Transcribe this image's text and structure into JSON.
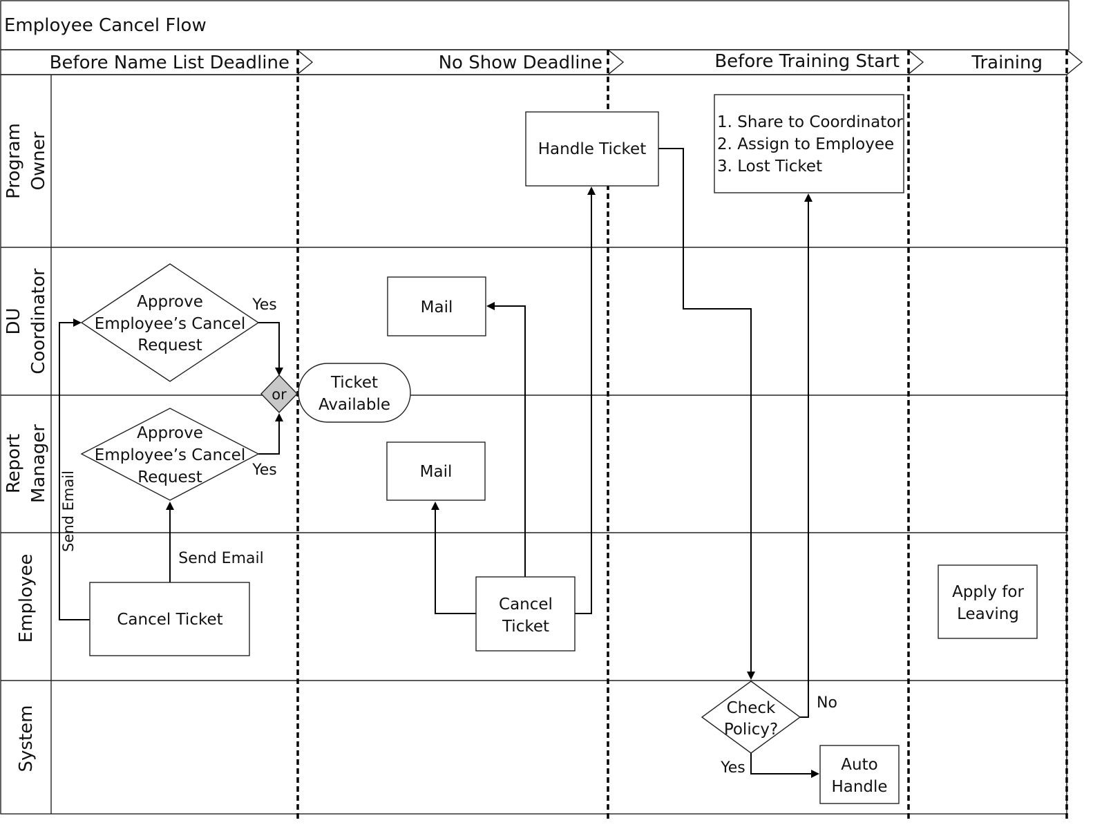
{
  "title": "Employee Cancel Flow",
  "phases": [
    "Before Name List Deadline",
    "No Show Deadline",
    "Before Training Start",
    "Training"
  ],
  "lanes": {
    "program_owner": [
      "Program",
      "Owner"
    ],
    "du_coordinator": [
      "DU",
      "Coordinator"
    ],
    "report_manager": [
      "Report",
      "Manager"
    ],
    "employee": "Employee",
    "system": "System"
  },
  "nodes": {
    "handle_ticket": "Handle Ticket",
    "ticket_actions": [
      "1. Share  to Coordinator",
      "2. Assign to Employee",
      "3. Lost Ticket"
    ],
    "approve_du": [
      "Approve",
      "Employee’s Cancel",
      "Request"
    ],
    "approve_rm": [
      "Approve",
      "Employee’s Cancel",
      "Request"
    ],
    "or_gate": "or",
    "ticket_available": [
      "Ticket",
      "Available"
    ],
    "mail_du": "Mail",
    "mail_rm": "Mail",
    "cancel_ticket_1": "Cancel Ticket",
    "cancel_ticket_2": [
      "Cancel",
      "Ticket"
    ],
    "apply_leaving": [
      "Apply for",
      "Leaving"
    ],
    "check_policy": [
      "Check",
      "Policy?"
    ],
    "auto_handle": [
      "Auto",
      "Handle"
    ]
  },
  "edge_labels": {
    "yes_du": "Yes",
    "yes_rm": "Yes",
    "send_email_vertical": "Send Email",
    "send_email": "Send Email",
    "no": "No",
    "yes_policy": "Yes"
  }
}
